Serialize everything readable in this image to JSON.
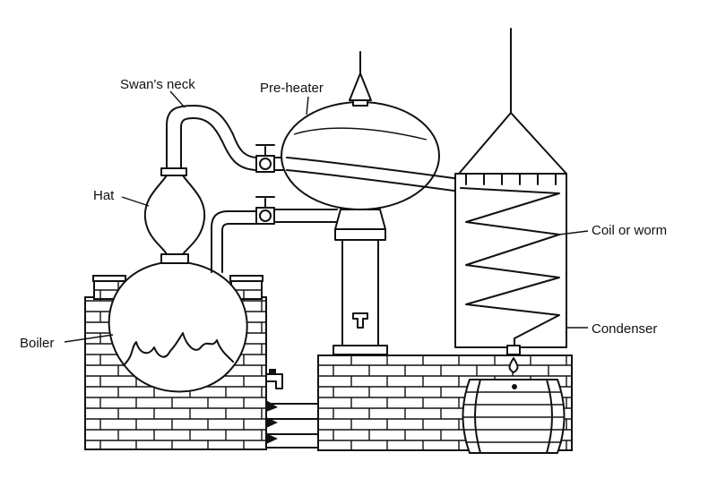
{
  "labels": {
    "swans_neck": "Swan's neck",
    "pre_heater": "Pre-heater",
    "hat": "Hat",
    "boiler": "Boiler",
    "coil": "Coil or worm",
    "condenser": "Condenser"
  },
  "colors": {
    "line": "#111111",
    "background": "#ffffff"
  }
}
